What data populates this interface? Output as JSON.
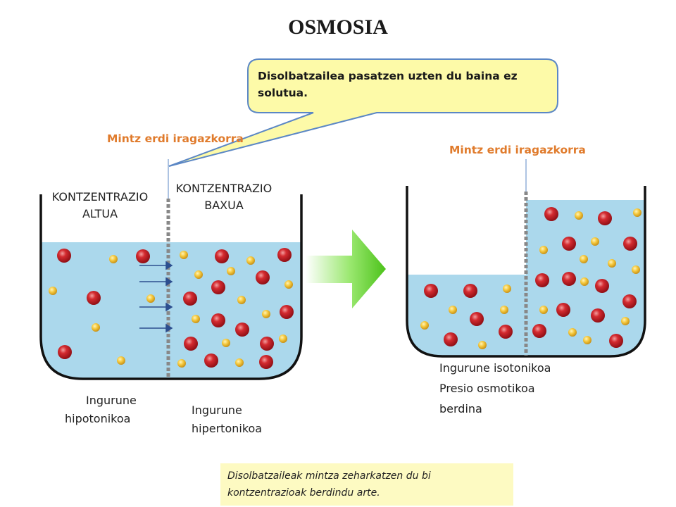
{
  "title": "OSMOSIA",
  "callout": "Disolbatzailea pasatzen uzten du baina ez solutua.",
  "left_beaker": {
    "membrane_label": "Mintz erdi iragazkorra",
    "left_concentration": [
      "KONTZENTRAZIO",
      "ALTUA"
    ],
    "right_concentration": [
      "KONTZENTRAZIO",
      "BAXUA"
    ],
    "left_medium": [
      "Ingurune",
      "hipotonikoa"
    ],
    "right_medium": [
      "Ingurune",
      "hipertonikoa"
    ]
  },
  "right_beaker": {
    "membrane_label": "Mintz erdi iragazkorra",
    "result": [
      "Ingurune isotonikoa",
      "Presio osmotikoa",
      "berdina"
    ]
  },
  "note": "Disolbatzaileak mintza zeharkatzen du bi kontzentrazioak berdindu arte.",
  "colors": {
    "water": "#abd8ec",
    "red_particle": "#c8202a",
    "yellow_particle": "#f2c33c",
    "callout_fill": "#fdfaa8",
    "callout_border": "#5b87c5",
    "arrow_green": "#5cd02a",
    "label_orange": "#e07b2c",
    "flow_arrow": "#2d4f8f"
  }
}
